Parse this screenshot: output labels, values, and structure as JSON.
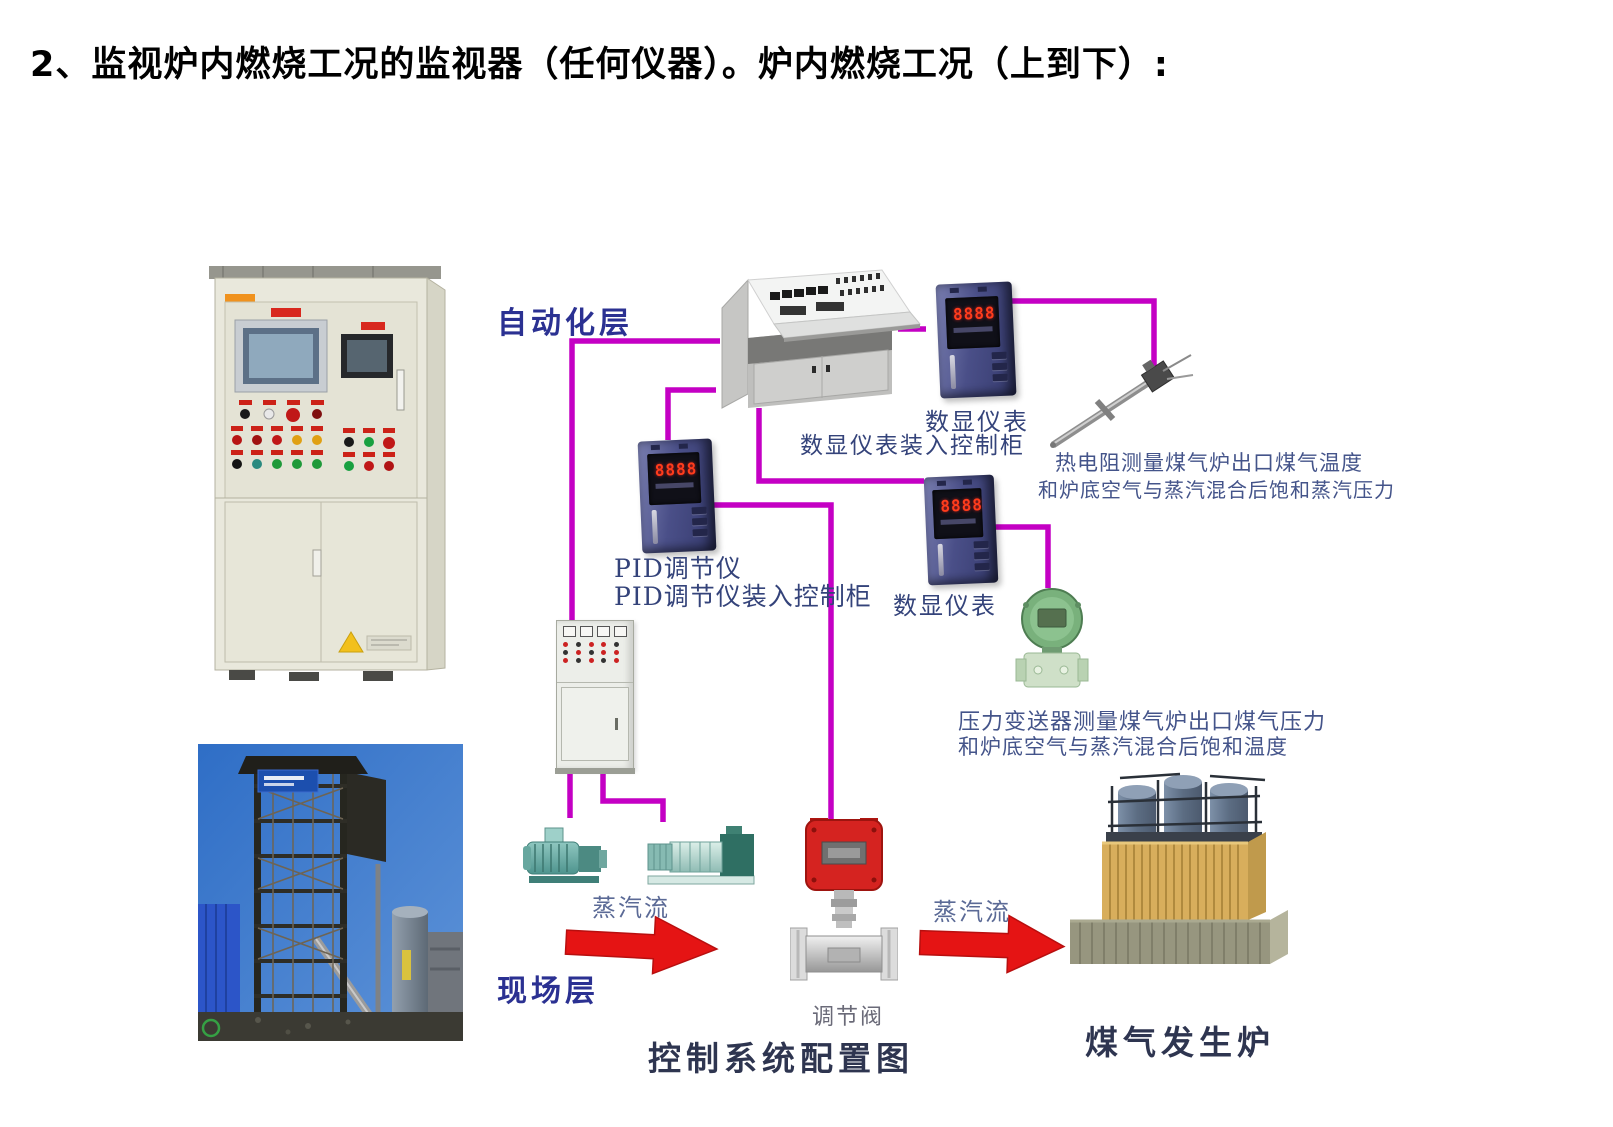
{
  "page": {
    "title": "2、监视炉内燃烧工况的监视器（任何仪器）。炉内燃烧工况（上到下）:"
  },
  "colors": {
    "connector_magenta": "#c400c4",
    "arrow_red": "#e51414",
    "layer_label_navy": "#2b3192",
    "caption_navy": "#2e3550",
    "annotation_blue": "#44548a",
    "meter_body": "#4a4f88",
    "meter_digits": "#ff3c1c",
    "valve_red": "#d52320",
    "transmitter_green": "#79b17c",
    "furnace_tan": "#d8ae5c"
  },
  "layers": {
    "automation": "自动化层",
    "field": "现场层"
  },
  "devices": {
    "meter1": {
      "display": "8888",
      "label": "数显仪表",
      "sublabel": "数显仪表装入控制柜"
    },
    "pid": {
      "display": "8888",
      "label_line1": "PID调节仪",
      "label_line2": "PID调节仪装入控制柜"
    },
    "meter2": {
      "display": "8888",
      "label": "数显仪表"
    }
  },
  "annotations": {
    "rtd_line1": "热电阻测量煤气炉出口煤气温度",
    "rtd_line2": "和炉底空气与蒸汽混合后饱和蒸汽压力",
    "pressure_line1": "压力变送器测量煤气炉出口煤气压力",
    "pressure_line2": "和炉底空气与蒸汽混合后饱和温度",
    "steam_flow_left": "蒸汽流",
    "steam_flow_right": "蒸汽流",
    "valve_label": "调节阀",
    "gas_generator_label": "煤气发生炉",
    "diagram_caption": "控制系统配置图"
  }
}
